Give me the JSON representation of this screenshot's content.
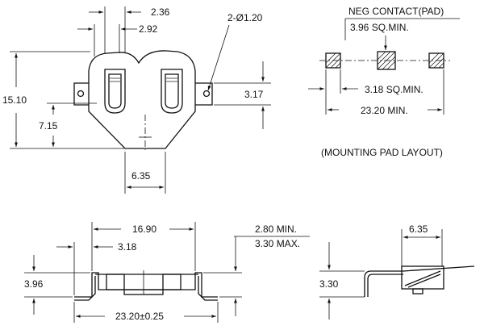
{
  "labels": {
    "top_slot_width": "2.36",
    "top_slot_offset": "2.92",
    "hole_callout": "2-Ø1.20",
    "overall_height": "15.10",
    "center_height": "7.15",
    "tab_height": "3.17",
    "bottom_width_top_view": "6.35",
    "neg_contact": "NEG CONTACT(PAD)",
    "center_pad": "3.96 SQ.MIN.",
    "side_pad": "3.18 SQ.MIN.",
    "pad_span": "23.20 MIN.",
    "layout_title": "(MOUNTING PAD LAYOUT)",
    "side_inner_width": "16.90",
    "side_offset": "3.18",
    "side_height_min": "2.80 MIN.",
    "side_height_max": "3.30 MAX.",
    "side_thickness": "3.96",
    "side_overall": "23.20±0.25",
    "end_width": "6.35",
    "end_height": "3.30"
  }
}
